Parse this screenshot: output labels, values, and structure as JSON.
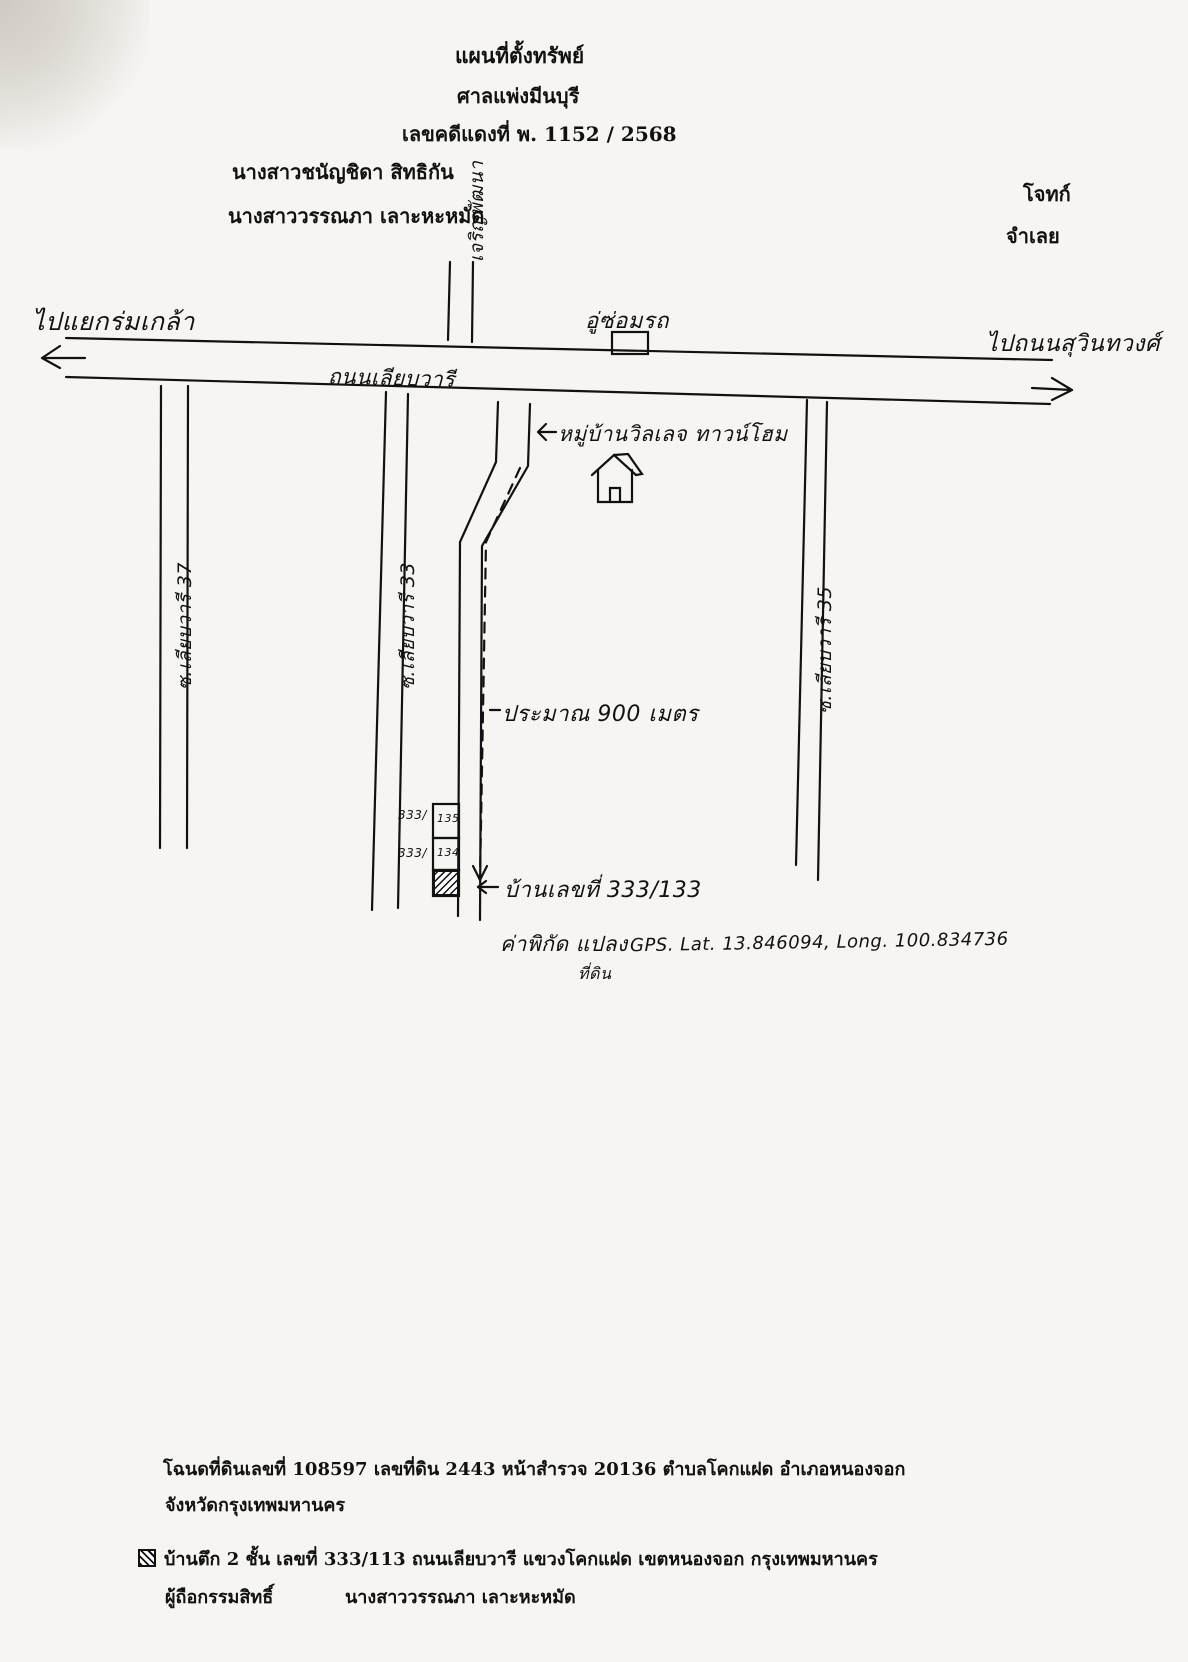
{
  "header": {
    "title": "แผนที่ตั้งทรัพย์",
    "court": "ศาลแพ่งมีนบุรี",
    "case_no": "เลขคดีแดงที่ พ. 1152 / 2568",
    "plaintiff": "นางสาวชนัญชิดา สิทธิกัน",
    "defendant": "นางสาววรรณภา เลาะหะหมัด",
    "party_right_1": "โจทก์",
    "party_right_2": "จำเลย"
  },
  "map": {
    "to_left": "ไปแยกร่มเกล้า",
    "to_right": "ไปถนนสุวินทวงศ์",
    "main_road": "ถนนเลียบวารี",
    "soi_opposite": "เจริญพัฒนา",
    "garage_label": "อู่ซ่อมรถ",
    "village_label": "หมู่บ้านวิลเลจ ทาวน์โฮม",
    "soi_left": "ซ.เลียบวารี 37",
    "soi_mid": "ซ.เลียบวารี 33",
    "soi_right": "ซ.เลียบวารี 35",
    "distance": "ประมาณ 900 เมตร",
    "house_target": "บ้านเลขที่ 333/133",
    "unit_135_a": "333/",
    "unit_135_b": "135",
    "unit_134_a": "333/",
    "unit_134_b": "134",
    "coords_prefix": "ค่าพิกัด แปลง",
    "coords": "GPS. Lat. 13.846094, Long. 100.834736",
    "coords_suffix": "ที่ดิน"
  },
  "footer": {
    "deed_line_1": "โฉนดที่ดินเลขที่ 108597 เลขที่ดิน  2443  หน้าสำรวจ  20136 ตำบลโคกแฝด  อำเภอหนองจอก",
    "deed_line_2": "จังหวัดกรุงเทพมหานคร",
    "property": "บ้านตึก 2 ชั้น เลขที่  333/113 ถนนเลียบวารี แขวงโคกแฝด เขตหนองจอก กรุงเทพมหานคร",
    "owner_label": "ผู้ถือกรรมสิทธิ์",
    "owner_name": "นางสาววรรณภา เลาะหะหมัด"
  }
}
